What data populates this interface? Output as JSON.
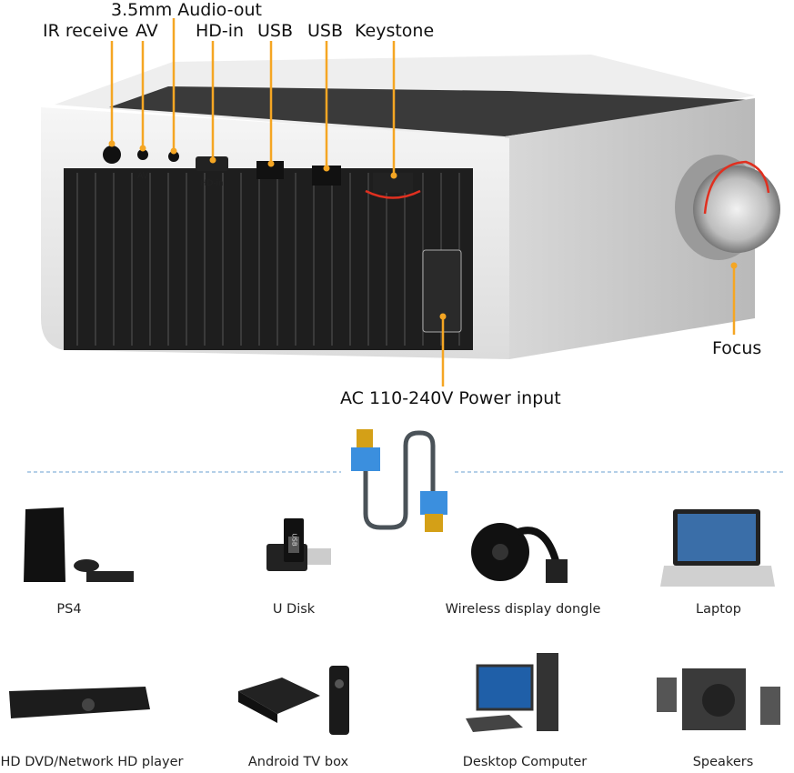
{
  "callouts": {
    "audio_out": "3.5mm Audio-out",
    "ir_receive": "IR receive",
    "av": "AV",
    "hd_in": "HD-in",
    "usb_1": "USB",
    "usb_2": "USB",
    "keystone": "Keystone",
    "focus": "Focus",
    "power_input": "AC 110-240V Power input"
  },
  "port_markings": {
    "av": "AV",
    "hd_in": "HD-in"
  },
  "device_label": "USB",
  "devices": [
    {
      "label": "PS4"
    },
    {
      "label": "U Disk"
    },
    {
      "label": "Wireless display dongle"
    },
    {
      "label": "Laptop"
    },
    {
      "label": "HD DVD/Network HD player"
    },
    {
      "label": "Android TV box"
    },
    {
      "label": "Desktop Computer"
    },
    {
      "label": "Speakers"
    }
  ],
  "colors": {
    "callout": "#f5a623",
    "divider": "#6a9fd0",
    "cable_tip": "#3b8fde",
    "arrow": "#e03020"
  }
}
